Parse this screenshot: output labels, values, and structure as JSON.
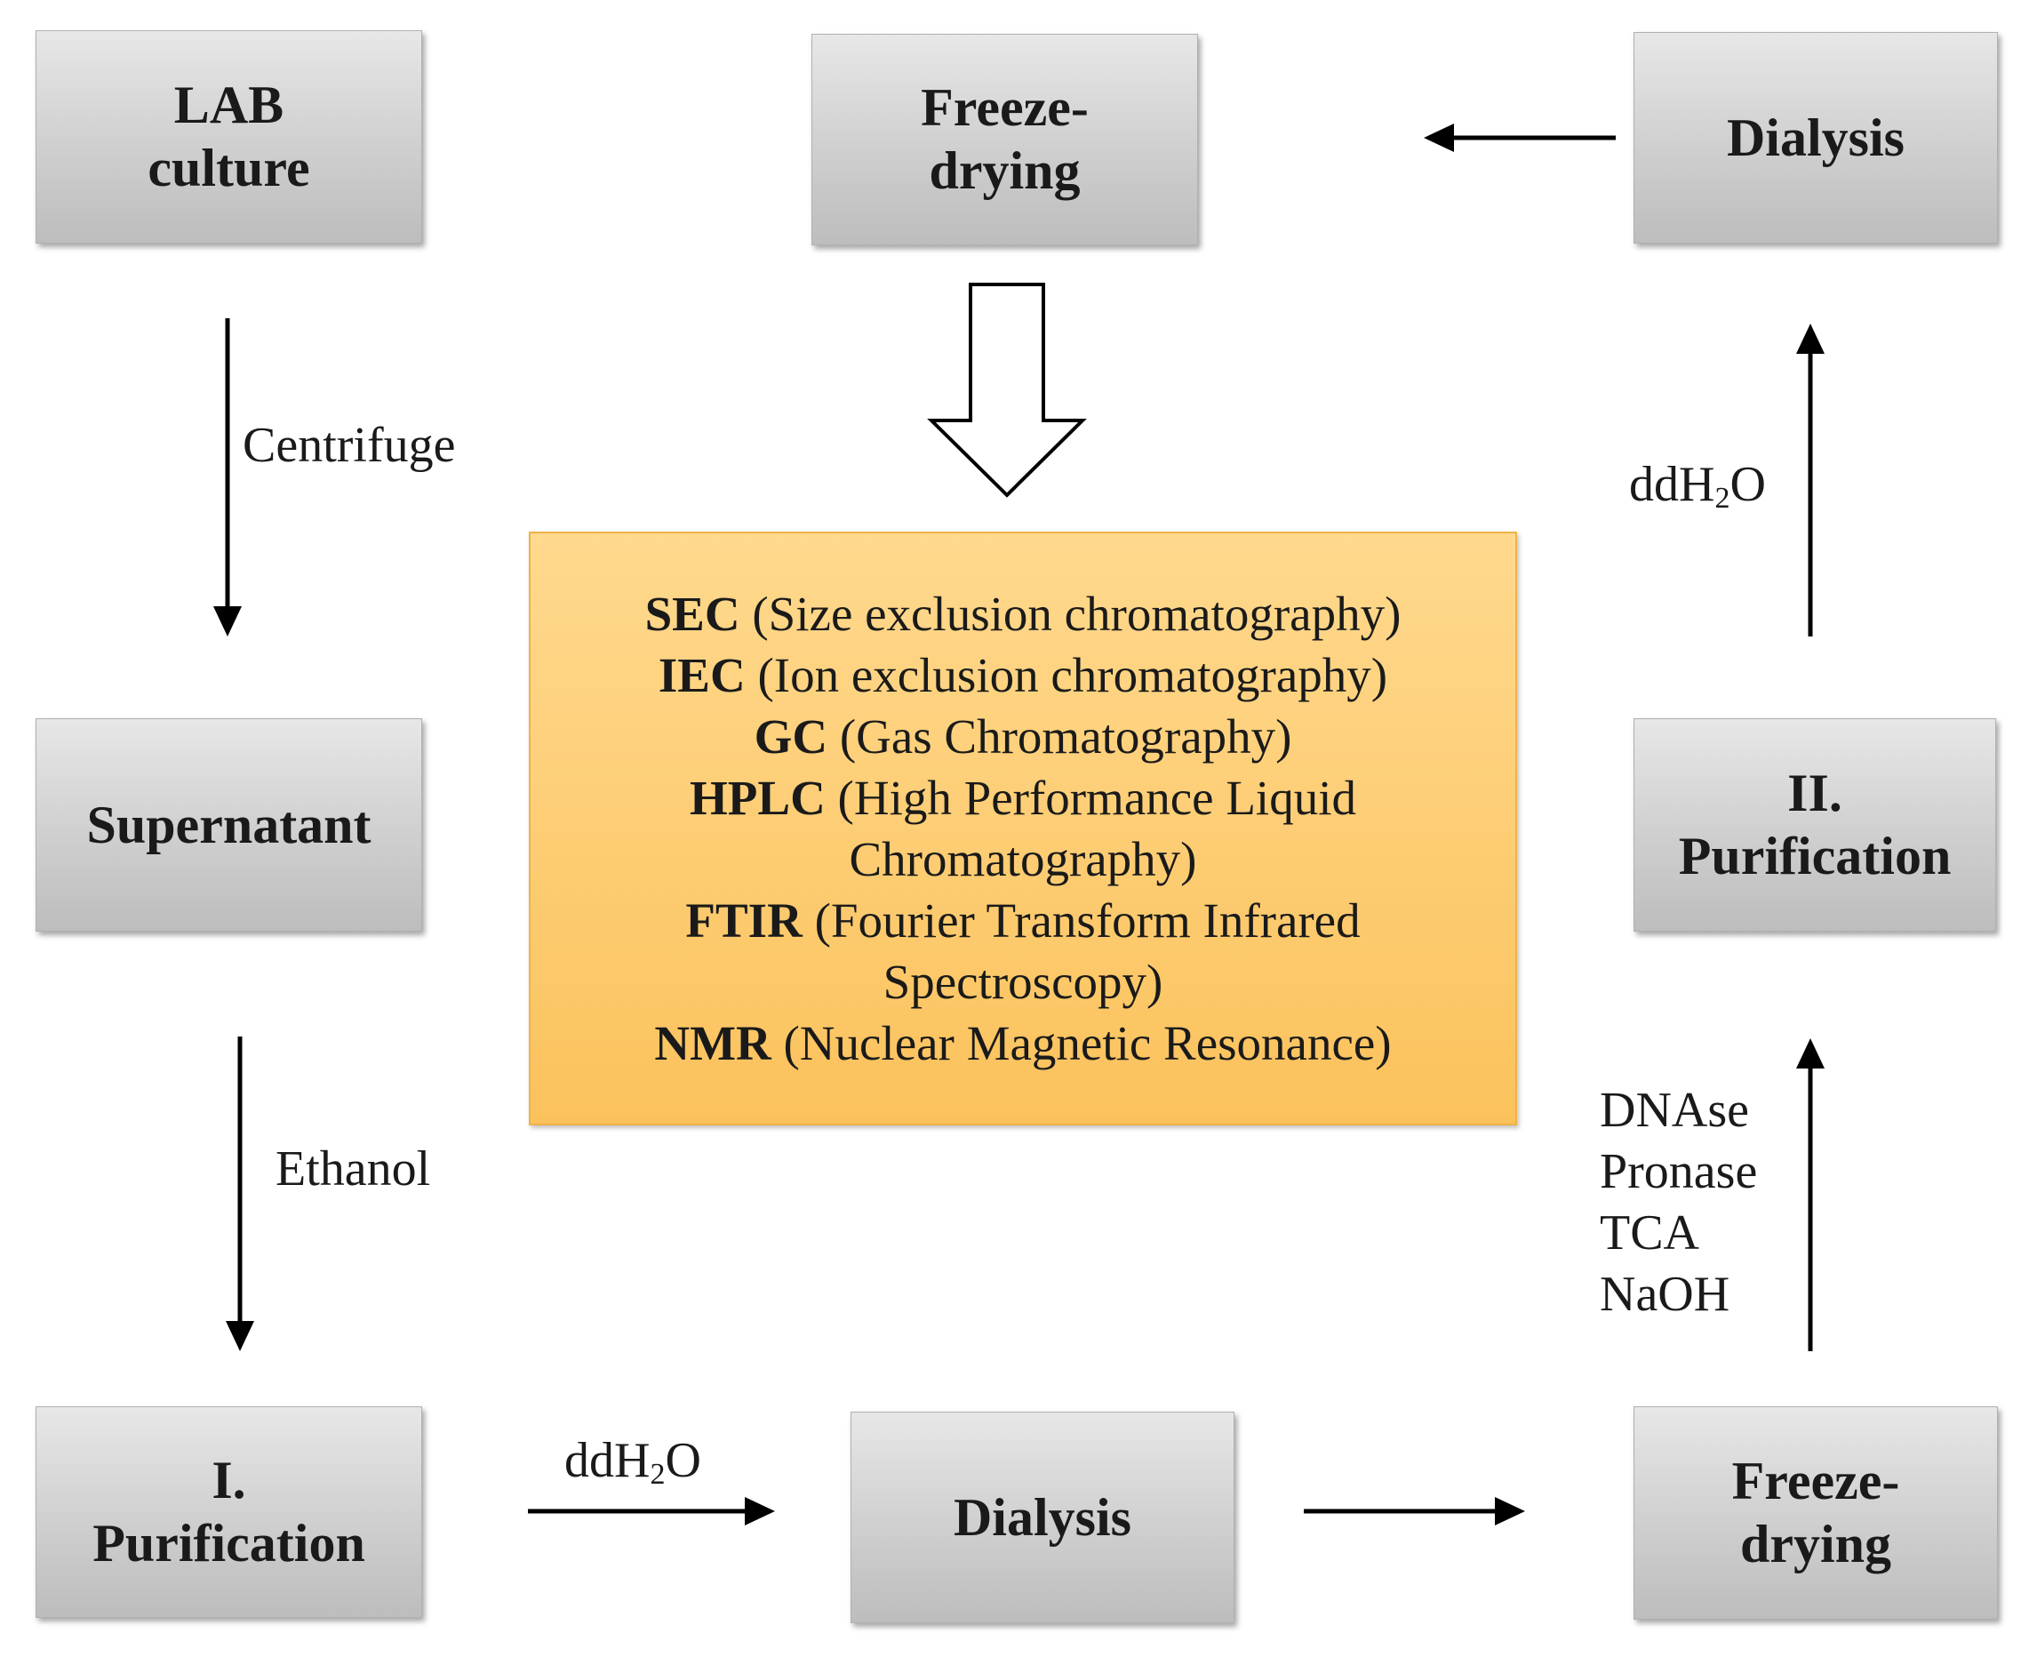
{
  "boxes": {
    "lab_culture": [
      "LAB",
      "culture"
    ],
    "freeze_drying_top": [
      "Freeze-",
      "drying"
    ],
    "dialysis_top": [
      "Dialysis"
    ],
    "supernatant": [
      "Supernatant"
    ],
    "purification_2": [
      "II.",
      "Purification"
    ],
    "purification_1": [
      "I.",
      "Purification"
    ],
    "dialysis_bottom": [
      "Dialysis"
    ],
    "freeze_drying_bottom": [
      "Freeze-",
      "drying"
    ]
  },
  "labels": {
    "centrifuge": "Centrifuge",
    "ethanol": "Ethanol",
    "ddh2o_right": {
      "base": "ddH",
      "sub": "2",
      "tail": "O"
    },
    "ddh2o_bottom": {
      "base": "ddH",
      "sub": "2",
      "tail": "O"
    },
    "reagents": [
      "DNAse",
      "Pronase",
      "TCA",
      "NaOH"
    ]
  },
  "methods": [
    {
      "abbr": "SEC",
      "desc": " (Size exclusion chromatography)"
    },
    {
      "abbr": "IEC",
      "desc": " (Ion exclusion chromatography)"
    },
    {
      "abbr": "GC",
      "desc": " (Gas Chromatography)"
    },
    {
      "abbr": "HPLC",
      "desc": " (High Performance Liquid"
    },
    {
      "abbr": "",
      "desc": "Chromatography)"
    },
    {
      "abbr": "FTIR",
      "desc": " (Fourier Transform Infrared"
    },
    {
      "abbr": "",
      "desc": "Spectroscopy)"
    },
    {
      "abbr": "NMR",
      "desc": " (Nuclear Magnetic Resonance)"
    }
  ],
  "colors": {
    "box_fill": "#cfcfcf",
    "methods_fill": "#fbc25c",
    "arrow": "#000000"
  }
}
